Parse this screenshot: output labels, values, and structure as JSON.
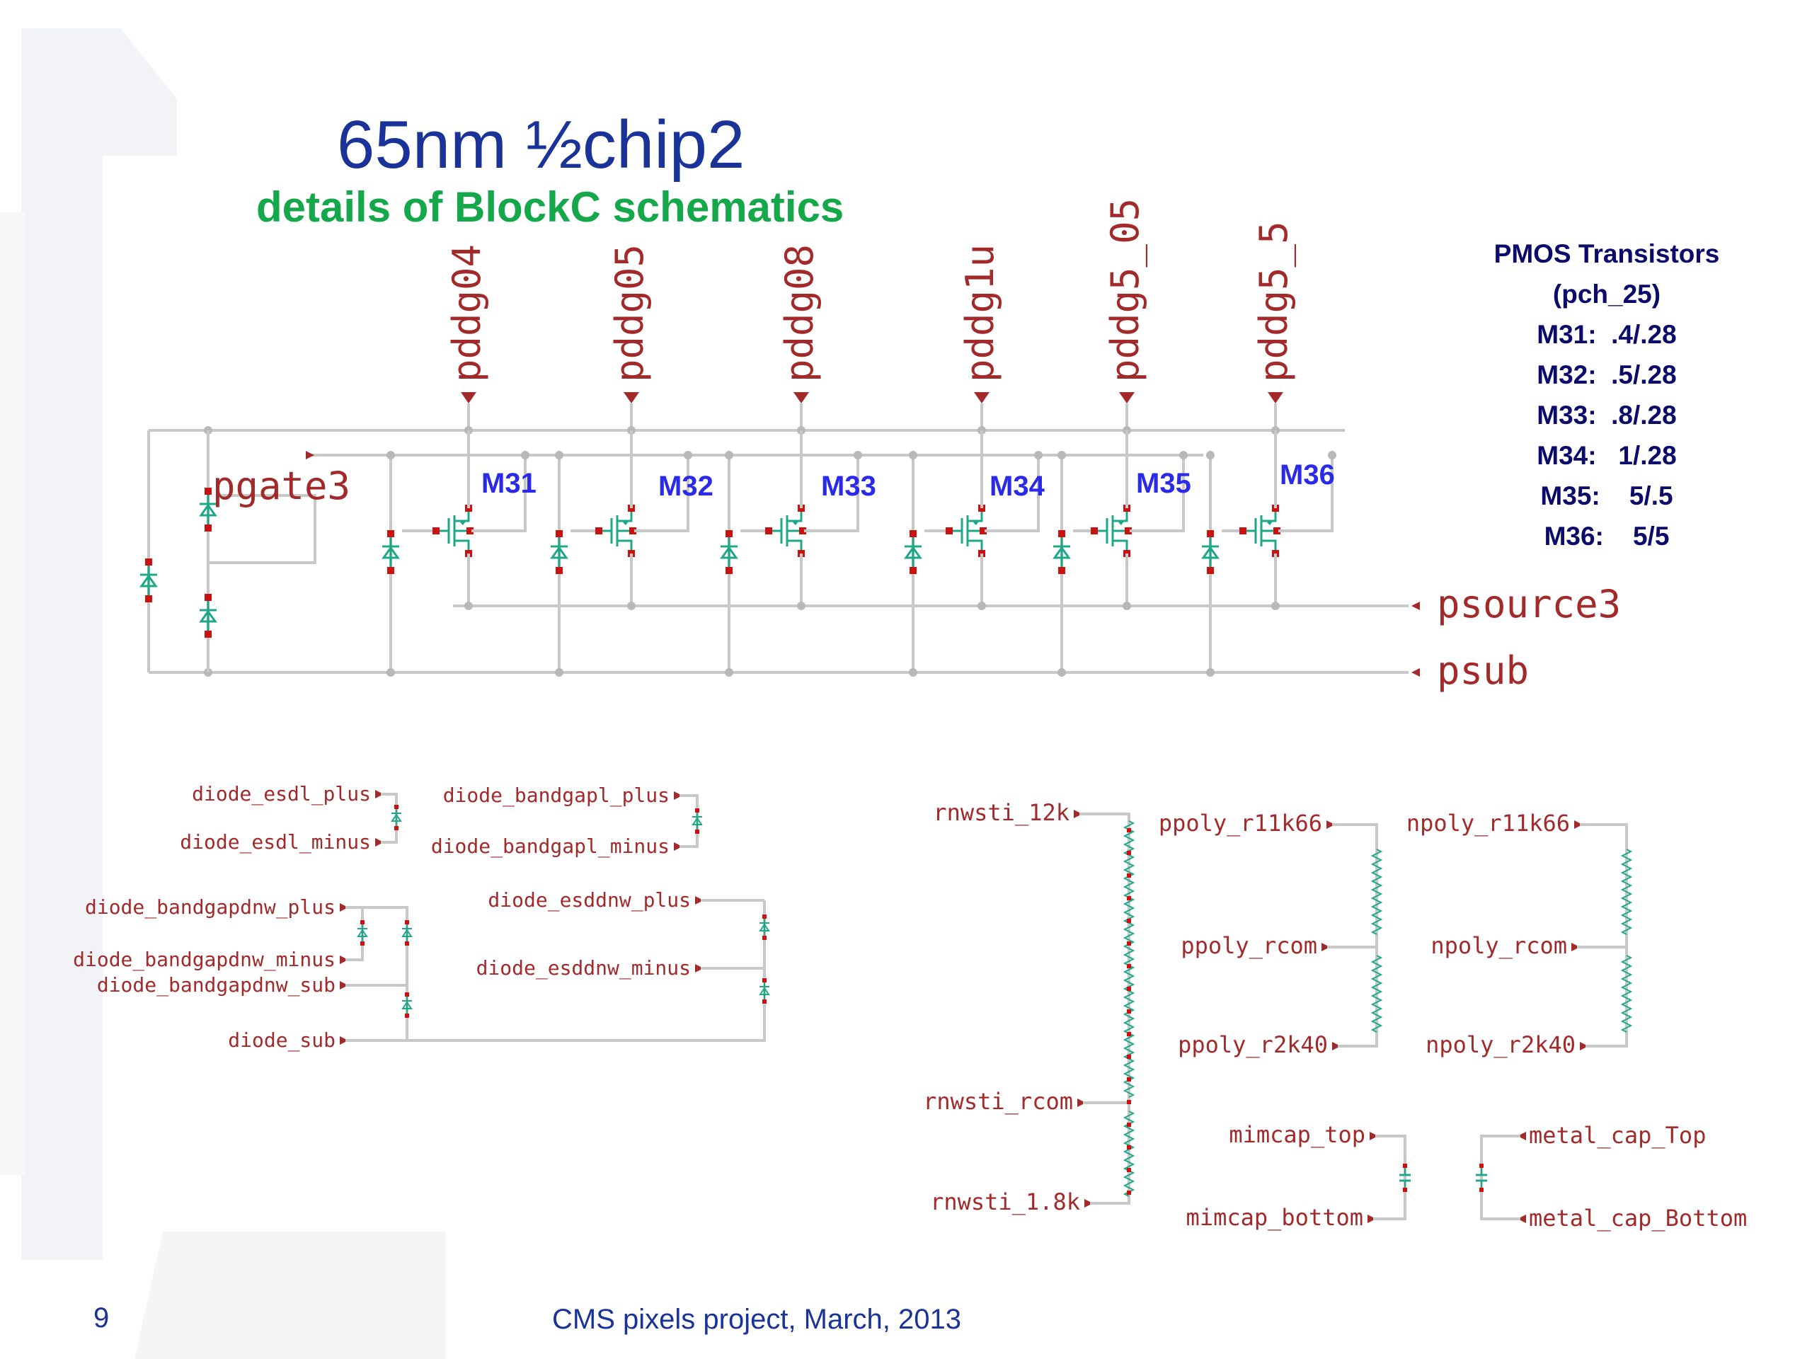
{
  "title": "65nm ½chip2",
  "subtitle": "details of BlockC schematics",
  "spec": {
    "lines": [
      "PMOS Transistors",
      "(pch_25)",
      "M31:  .4/.28",
      "M32:  .5/.28",
      "M33:  .8/.28",
      "M34:   1/.28",
      "M35:    5/.5",
      "M36:    5/5"
    ]
  },
  "transistors": [
    {
      "label": "M31",
      "gate_pin": "pddg04"
    },
    {
      "label": "M32",
      "gate_pin": "pddg05"
    },
    {
      "label": "M33",
      "gate_pin": "pddg08"
    },
    {
      "label": "M34",
      "gate_pin": "pddg1u"
    },
    {
      "label": "M35",
      "gate_pin": "pddg5_05"
    },
    {
      "label": "M36",
      "gate_pin": "pddg5_5"
    }
  ],
  "pins_main": {
    "pgate": "pgate3",
    "psource": "psource3",
    "psub": "psub"
  },
  "diode_pins": {
    "esdl_plus": "diode_esdl_plus",
    "esdl_minus": "diode_esdl_minus",
    "bandgapl_plus": "diode_bandgapl_plus",
    "bandgapl_minus": "diode_bandgapl_minus",
    "bandgapdnw_plus": "diode_bandgapdnw_plus",
    "bandgapdnw_minus": "diode_bandgapdnw_minus",
    "bandgapdnw_sub": "diode_bandgapdnw_sub",
    "sub": "diode_sub",
    "esddnw_plus": "diode_esddnw_plus",
    "esddnw_minus": "diode_esddnw_minus"
  },
  "resistor_pins": {
    "rnwsti_12k": "rnwsti_12k",
    "rnwsti_rcom": "rnwsti_rcom",
    "rnwsti_1_8k": "rnwsti_1.8k",
    "ppoly_r11k66": "ppoly_r11k66",
    "ppoly_rcom": "ppoly_rcom",
    "ppoly_r2k40": "ppoly_r2k40",
    "npoly_r11k66": "npoly_r11k66",
    "npoly_rcom": "npoly_rcom",
    "npoly_r2k40": "npoly_r2k40"
  },
  "cap_pins": {
    "mimcap_top": "mimcap_top",
    "mimcap_bottom": "mimcap_bottom",
    "metal_cap_top": "metal_cap_Top",
    "metal_cap_bottom": "metal_cap_Bottom"
  },
  "footer": {
    "page": "9",
    "text": "CMS pixels project, March, 2013"
  },
  "colors": {
    "wire": "#c8c8c8",
    "pin": "#a32a2a",
    "device": "#1fa888",
    "terminal": "#cc1111",
    "title": "#1a3399",
    "subtitle": "#14a84a",
    "label": "#2a2ae8"
  }
}
